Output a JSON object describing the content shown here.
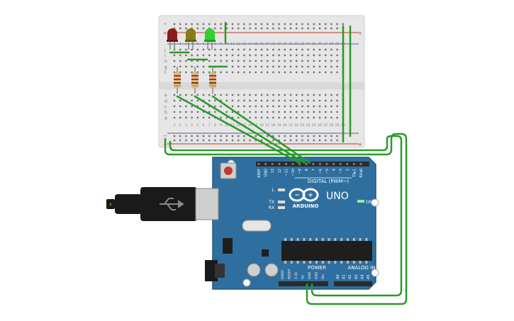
{
  "colors": {
    "breadboard": "#e6e6e6",
    "breadboard_hole": "#6f6f6f",
    "rail_red": "#c0392b",
    "rail_blue": "#5a5f9a",
    "wire": "#2a9a2a",
    "board": "#2f6f9f",
    "board_dark": "#23557e",
    "header": "#2b2b2b",
    "led_red": "#8e1b1b",
    "led_yellow": "#8a7a1c",
    "led_green": "#2fd02f",
    "resistor": "#d9b982",
    "usb": "#1a1a1a"
  },
  "breadboard": {
    "rail_plus": "+",
    "rail_minus": "−",
    "rows_top": [
      "j",
      "i",
      "h",
      "g",
      "f"
    ],
    "rows_bottom": [
      "e",
      "d",
      "c",
      "b",
      "a"
    ],
    "column_numbers": [
      "1",
      "2",
      "3",
      "4",
      "5",
      "6",
      "7",
      "8",
      "9",
      "10",
      "11",
      "12",
      "13",
      "14",
      "15",
      "16",
      "17",
      "18",
      "19",
      "20",
      "21",
      "22",
      "23",
      "24",
      "25",
      "26",
      "27",
      "28",
      "29",
      "30"
    ]
  },
  "arduino": {
    "logo_text": "ARDUINO",
    "model": "UNO",
    "digital_label": "DIGITAL (PWM~)",
    "power_label": "POWER",
    "analog_label": "ANALOG IN",
    "on_label": "ON",
    "led_labels": [
      "L",
      "TX",
      "RX"
    ],
    "digital_pins": [
      "AREF",
      "GND",
      "13",
      "12",
      "~11",
      "~10",
      "~9",
      "8",
      "7",
      "~6",
      "~5",
      "4",
      "~3",
      "2",
      "TX▸1",
      "RX◂0"
    ],
    "power_pins": [
      "IOREF",
      "RESET",
      "3.3V",
      "5V",
      "GND",
      "GND",
      "Vin"
    ],
    "analog_pins": [
      "A0",
      "A1",
      "A2",
      "A3",
      "A4",
      "A5"
    ]
  },
  "components": {
    "leds": [
      {
        "name": "red-led",
        "color": "#8e1b1b"
      },
      {
        "name": "yellow-led",
        "color": "#8a7a1c"
      },
      {
        "name": "green-led",
        "color": "#2fd02f"
      }
    ],
    "resistor_count": 3,
    "icons": [
      "usb-icon",
      "arduino-infinity-icon"
    ]
  }
}
